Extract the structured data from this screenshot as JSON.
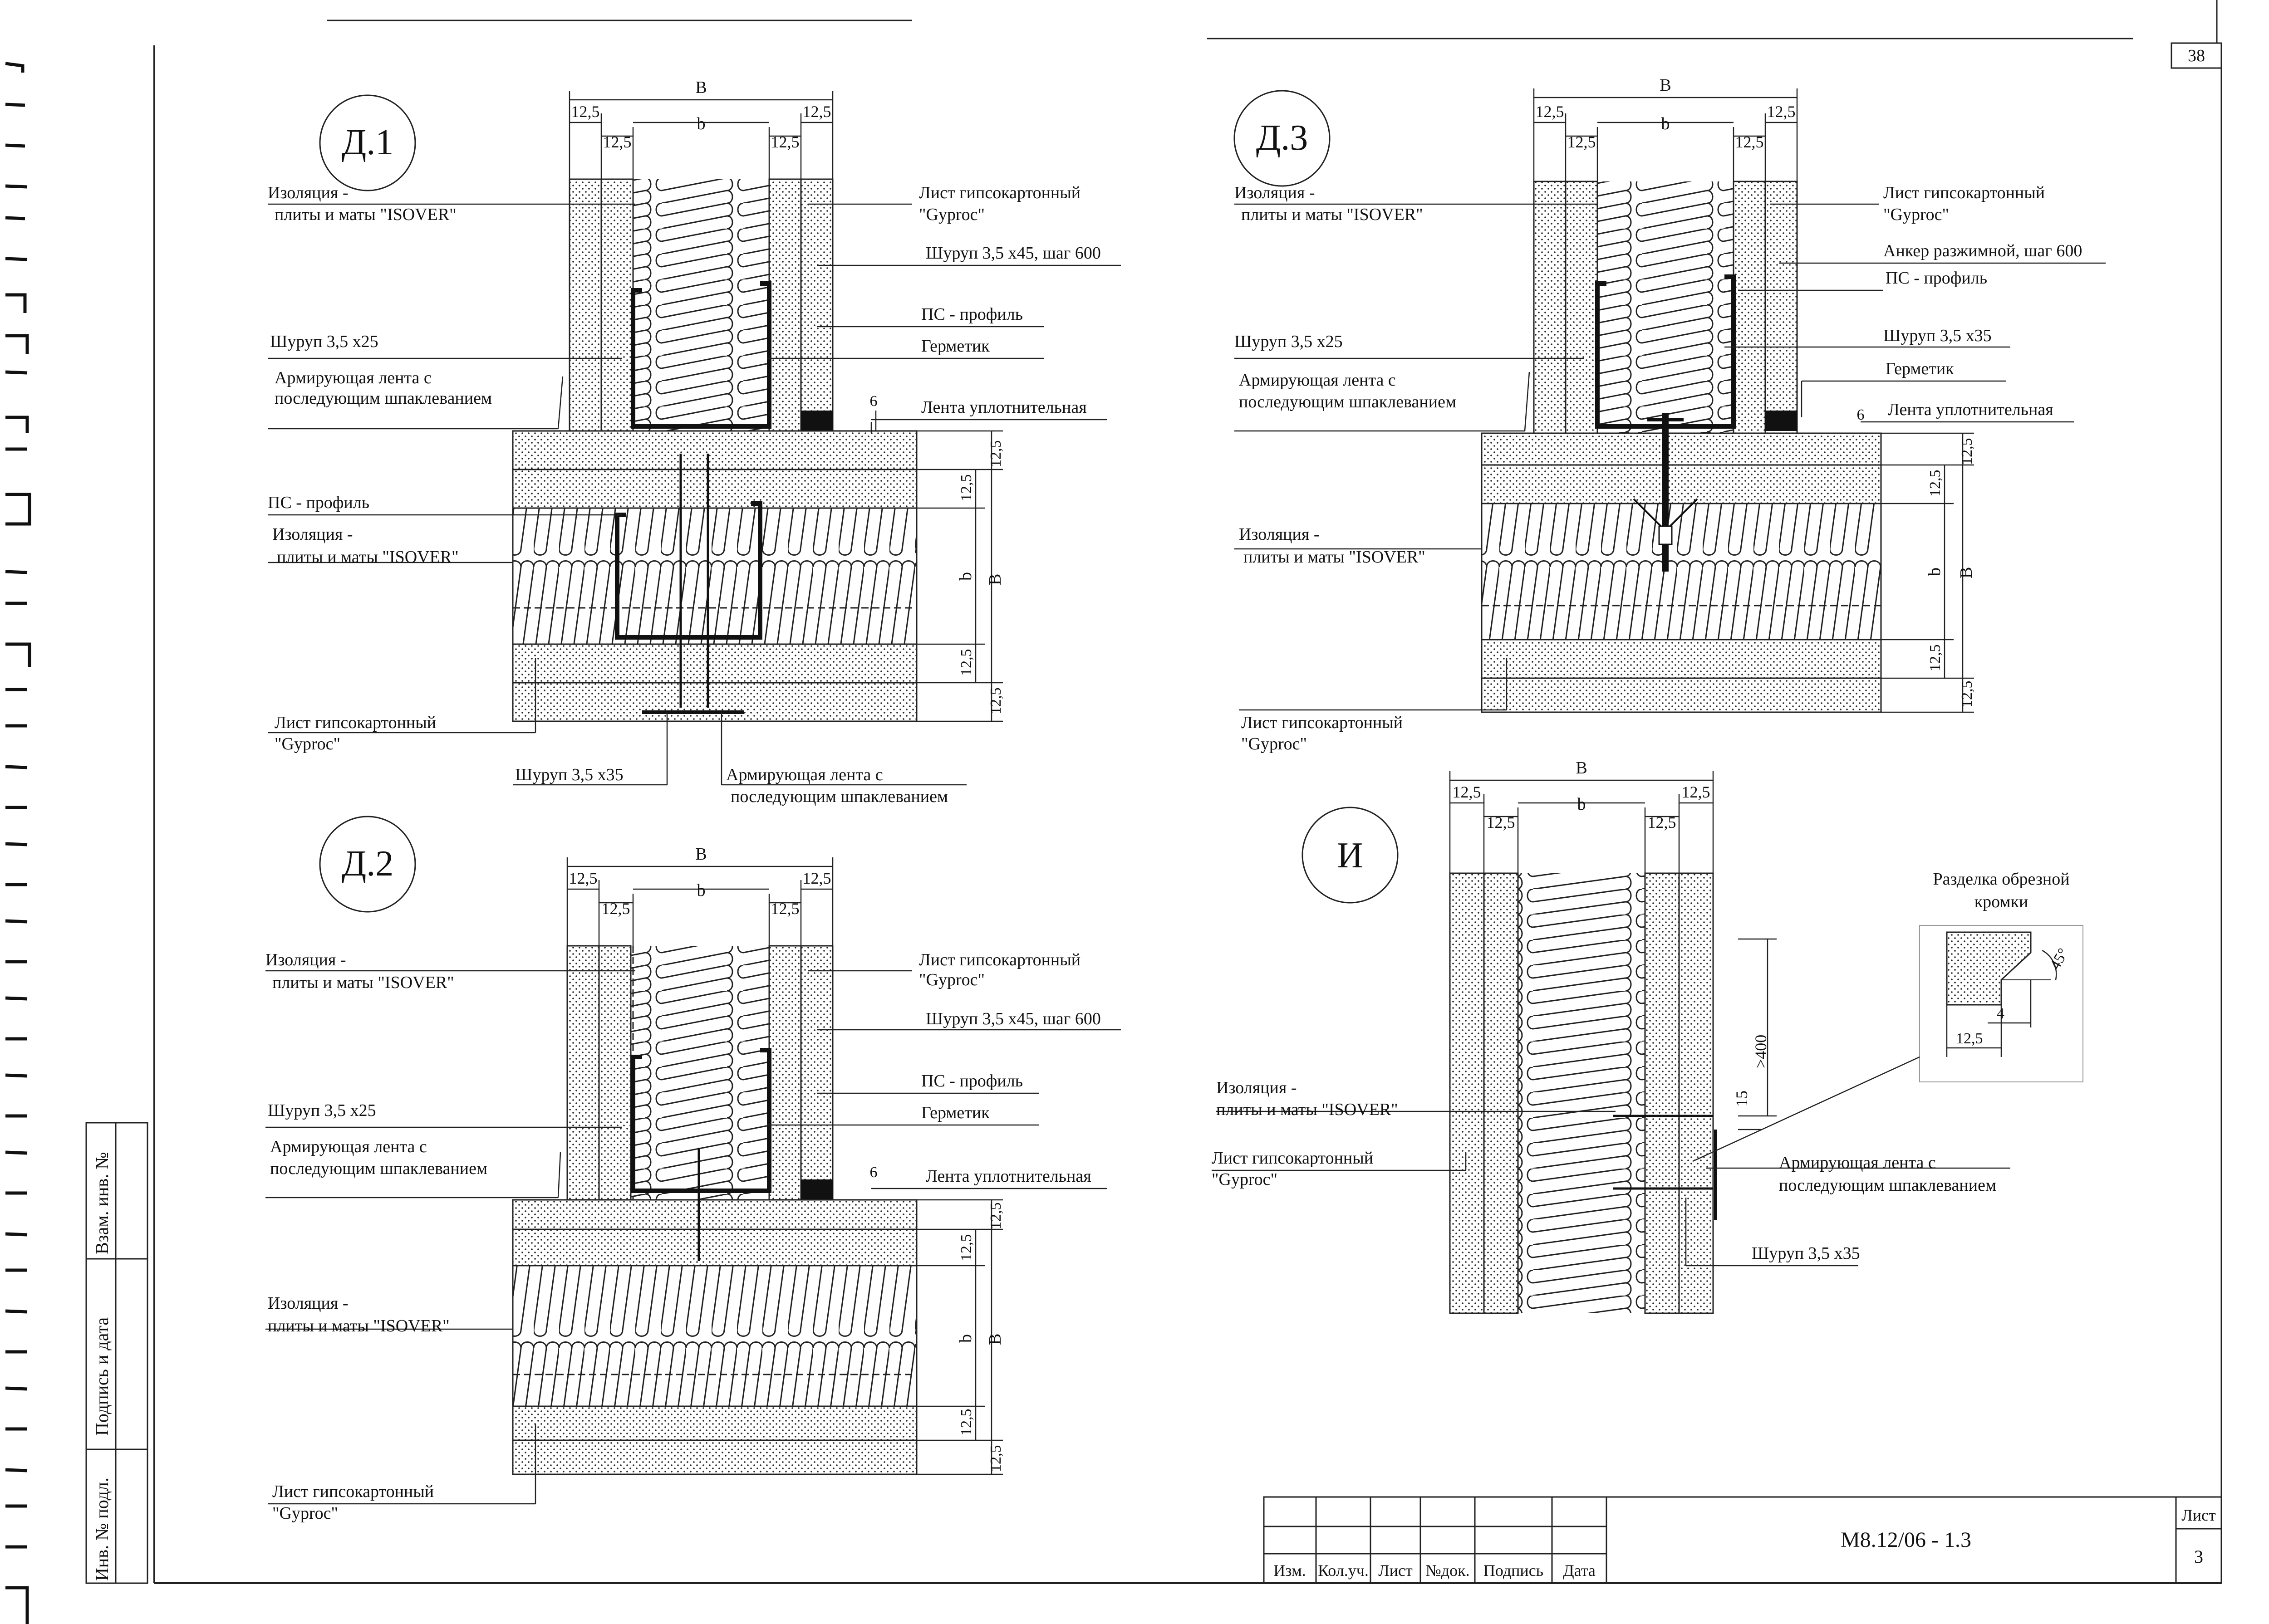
{
  "sheet": {
    "page_number": "38",
    "code": "М8.12/06 - 1.3",
    "list_label": "Лист",
    "list_value": "3"
  },
  "stamp": {
    "columns": [
      "Изм.",
      "Кол.уч.",
      "Лист",
      "№док.",
      "Подпись",
      "Дата"
    ]
  },
  "side_stamp": {
    "vzam": "Взам. инв. №",
    "podpis": "Подпись и дата",
    "inv": "Инв. № подл."
  },
  "dims": {
    "B": "В",
    "b": "b",
    "d125": "12,5",
    "d6": "6",
    "d15": "15",
    "d400": ">400",
    "d4": "4",
    "d45": "45°"
  },
  "details": {
    "d1": {
      "title": "Д.1",
      "labels": {
        "insul_top": "Изоляция -",
        "insul_top2": "плиты и маты \"ISOVER\"",
        "sheet_r": "Лист гипсокартонный",
        "sheet_r2": "\"Gyproc\"",
        "screw45": "Шуруп 3,5 х45, шаг 600",
        "ps_profile_r": "ПС - профиль",
        "sealant": "Герметик",
        "screw25": "Шуруп 3,5 х25",
        "tape": "Армирующая лента с",
        "tape2": "последующим шпаклеванием",
        "seal_tape": "Лента уплотнительная",
        "ps_profile_l": "ПС - профиль",
        "insul_mid": "Изоляция -",
        "insul_mid2": "плиты и маты \"ISOVER\"",
        "sheet_b": "Лист гипсокартонный",
        "sheet_b2": "\"Gyproc\"",
        "screw35": "Шуруп 3,5 х35",
        "tape_b": "Армирующая лента с",
        "tape_b2": "последующим шпаклеванием"
      }
    },
    "d2": {
      "title": "Д.2",
      "labels": {
        "insul_top": "Изоляция -",
        "insul_top2": "плиты и маты \"ISOVER\"",
        "sheet_r": "Лист гипсокартонный",
        "sheet_r2": "\"Gyproc\"",
        "screw45": "Шуруп 3,5 х45, шаг 600",
        "ps_profile_r": "ПС - профиль",
        "sealant": "Герметик",
        "screw25": "Шуруп 3,5 х25",
        "tape": "Армирующая лента с",
        "tape2": "последующим шпаклеванием",
        "seal_tape": "Лента уплотнительная",
        "insul_mid": "Изоляция -",
        "insul_mid2": "плиты и маты \"ISOVER\"",
        "sheet_b": "Лист гипсокартонный",
        "sheet_b2": "\"Gyproc\""
      }
    },
    "d3": {
      "title": "Д.3",
      "labels": {
        "insul_top": "Изоляция -",
        "insul_top2": "плиты и маты \"ISOVER\"",
        "sheet_r": "Лист гипсокартонный",
        "sheet_r2": "\"Gyproc\"",
        "anchor": "Анкер разжимной, шаг 600",
        "ps_profile_r": "ПС - профиль",
        "screw35_r": "Шуруп 3,5 х35",
        "sealant": "Герметик",
        "screw25": "Шуруп 3,5 х25",
        "tape": "Армирующая лента с",
        "tape2": "последующим шпаклеванием",
        "seal_tape": "Лента уплотнительная",
        "insul_mid": "Изоляция -",
        "insul_mid2": "плиты и маты \"ISOVER\"",
        "sheet_b": "Лист гипсокартонный",
        "sheet_b2": "\"Gyproc\""
      }
    },
    "i": {
      "title": "И",
      "labels": {
        "edge": "Разделка обрезной",
        "edge2": "кромки",
        "insul": "Изоляция -",
        "insul2": "плиты и маты \"ISOVER\"",
        "sheet": "Лист гипсокартонный",
        "sheet2": "\"Gyproc\"",
        "tape": "Армирующая лента с",
        "tape2": "последующим шпаклеванием",
        "screw35": "Шуруп 3,5 х35"
      }
    }
  }
}
